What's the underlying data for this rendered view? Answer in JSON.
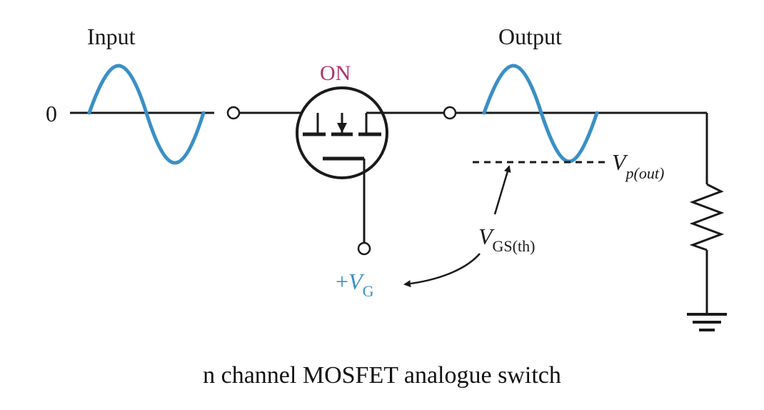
{
  "labels": {
    "input": "Input",
    "output": "Output",
    "zero": "0",
    "on": "ON",
    "vp_main": "V",
    "vp_sub": "p(out)",
    "vgs_main": "V",
    "vgs_sub": "GS(th)",
    "vg_prefix": "+",
    "vg_main": "V",
    "vg_sub": "G"
  },
  "caption": "n channel MOSFET analogue switch",
  "colors": {
    "wave": "#3a8fc6",
    "on_label": "#b0326a",
    "vg_label": "#3a8fc6",
    "ink": "#1a1a1a"
  },
  "icons": {
    "transistor": "n-channel-mosfet-symbol",
    "load": "resistor-zigzag",
    "ground": "ground-symbol",
    "terminal": "open-circle-terminal"
  }
}
